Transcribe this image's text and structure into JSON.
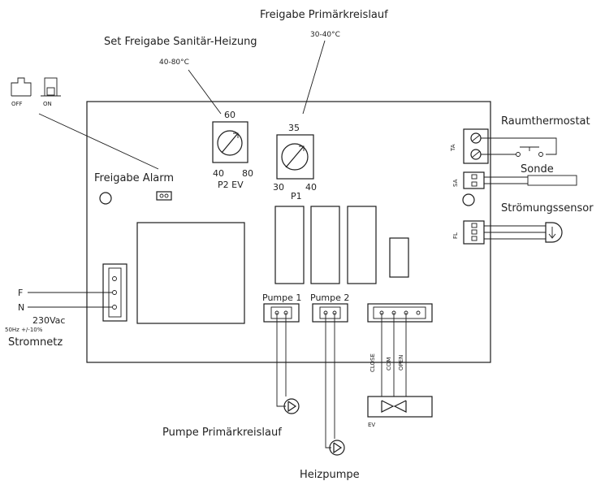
{
  "labels": {
    "freigabe_primaerkreislauf": "Freigabe Primärkreislauf",
    "primaer_range": "30-40°C",
    "set_freigabe_sanitaer": "Set Freigabe Sanitär-Heizung",
    "sanitaer_range": "40-80°C",
    "switch_off": "OFF",
    "switch_on": "ON",
    "freigabe_alarm": "Freigabe Alarm",
    "raumthermostat": "Raumthermostat",
    "sonde": "Sonde",
    "stroemungssensor": "Strömungssensor",
    "stromnetz": "Stromnetz",
    "voltage": "230Vac",
    "frequency": "50Hz +/-10%",
    "terminal_f": "F",
    "terminal_n": "N",
    "pumpe1": "Pumpe 1",
    "pumpe2": "Pumpe 2",
    "pumpe_primaerkreislauf": "Pumpe Primärkreislauf",
    "heizpumpe": "Heizpumpe",
    "ev": "EV",
    "close": "CLOSE",
    "com": "COM",
    "open": "OPEN",
    "ta": "TA",
    "sa": "SA",
    "fl": "FL"
  },
  "knob_p2": {
    "name": "P2 EV",
    "top_value": "60",
    "min_value": "40",
    "max_value": "80"
  },
  "knob_p1": {
    "name": "P1",
    "top_value": "35",
    "min_value": "30",
    "max_value": "40"
  }
}
